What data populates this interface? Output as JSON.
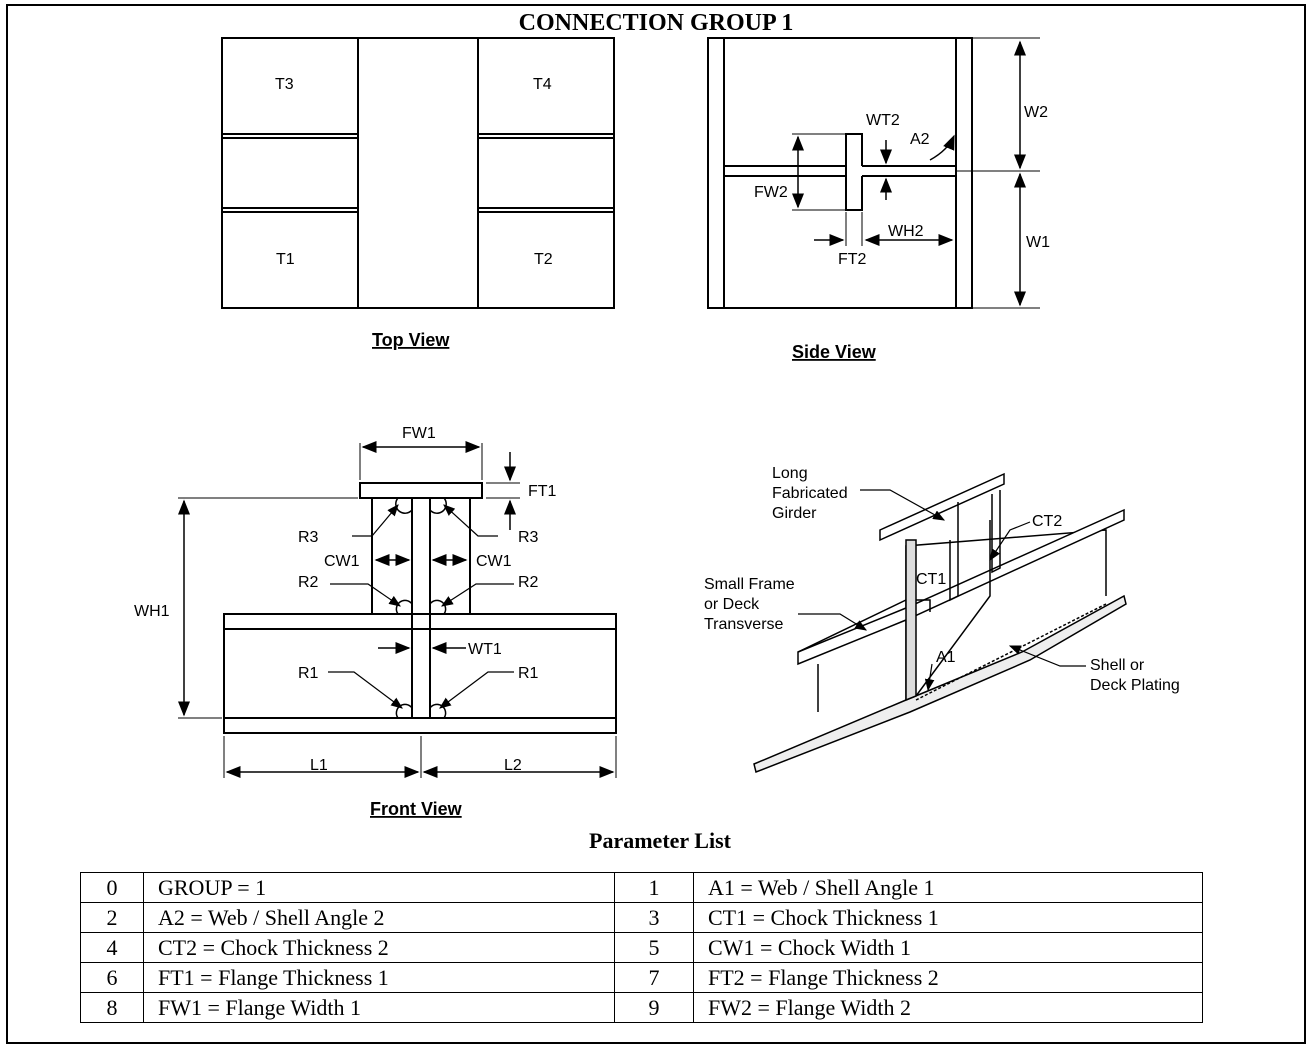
{
  "title": "CONNECTION GROUP 1",
  "views": {
    "top": {
      "caption": "Top View",
      "labels": [
        "T3",
        "T4",
        "T1",
        "T2"
      ]
    },
    "side": {
      "caption": "Side View",
      "labels": [
        "W2",
        "WT2",
        "A2",
        "FW2",
        "WH2",
        "FT2",
        "W1"
      ]
    },
    "front": {
      "caption": "Front View",
      "labels": [
        "FW1",
        "FT1",
        "R3",
        "R3",
        "CW1",
        "CW1",
        "R2",
        "R2",
        "WH1",
        "WT1",
        "R1",
        "R1",
        "L1",
        "L2"
      ]
    },
    "iso": {
      "labels": {
        "girder": [
          "Long",
          "Fabricated",
          "Girder"
        ],
        "frame": [
          "Small Frame",
          "or Deck",
          "Transverse"
        ],
        "shell": [
          "Shell or",
          "Deck Plating"
        ],
        "ct2": "CT2",
        "ct1": "CT1",
        "a1": "A1"
      }
    }
  },
  "parameter_list": {
    "title": "Parameter List",
    "rows": [
      {
        "n1": "0",
        "d1": "GROUP = 1",
        "n2": "1",
        "d2": "A1 = Web / Shell Angle 1"
      },
      {
        "n1": "2",
        "d1": "A2 = Web / Shell Angle 2",
        "n2": "3",
        "d2": "CT1 = Chock Thickness 1"
      },
      {
        "n1": "4",
        "d1": "CT2 = Chock Thickness 2",
        "n2": "5",
        "d2": "CW1 = Chock Width 1"
      },
      {
        "n1": "6",
        "d1": "FT1 = Flange Thickness 1",
        "n2": "7",
        "d2": "FT2 = Flange Thickness 2"
      },
      {
        "n1": "8",
        "d1": "FW1 = Flange Width 1",
        "n2": "9",
        "d2": "FW2 = Flange Width 2"
      }
    ]
  }
}
